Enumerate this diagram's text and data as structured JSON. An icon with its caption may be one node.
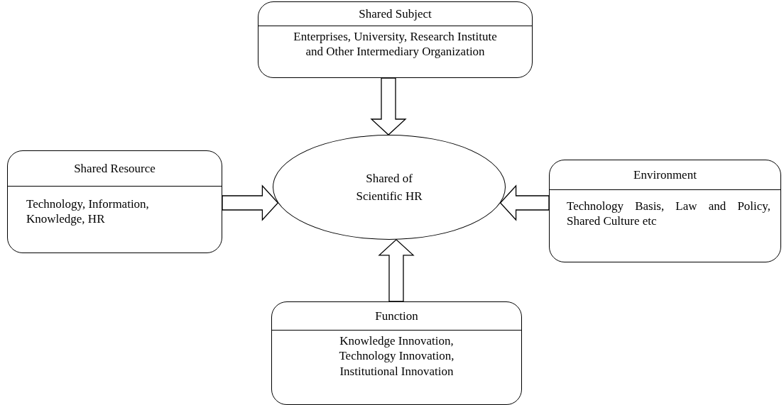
{
  "diagram": {
    "nodes": [
      {
        "text": [
          "Shared Subject",
          "Enterprises, University, Research Institute and Other Intermediary Organization"
        ]
      },
      {
        "text": [
          "Shared Resource",
          "Technology, Information, Knowledge, HR"
        ]
      },
      {
        "text": [
          "Shared of Scientific HR"
        ]
      },
      {
        "text": [
          "Environment",
          "Technology Basis, Law and Policy, Shared Culture etc"
        ]
      },
      {
        "text": [
          "Function",
          "Knowledge Innovation, Technology Innovation, Institutional Innovation"
        ]
      }
    ],
    "edges": [
      {
        "from": 0,
        "to": 2,
        "arrow": "to"
      },
      {
        "from": 1,
        "to": 2,
        "arrow": "to"
      },
      {
        "from": 3,
        "to": 2,
        "arrow": "to"
      },
      {
        "from": 4,
        "to": 2,
        "arrow": "to"
      }
    ]
  }
}
